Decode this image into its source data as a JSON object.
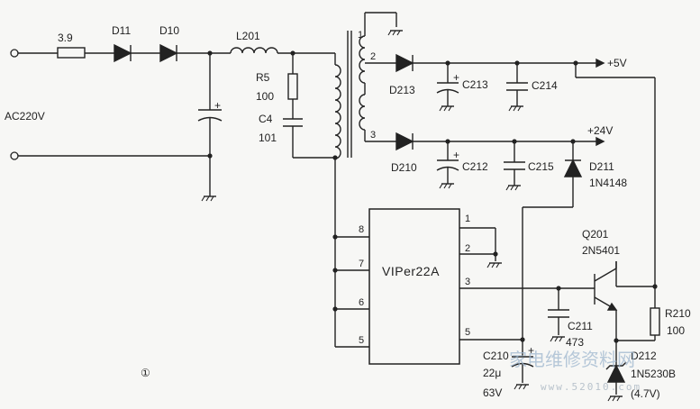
{
  "labels": {
    "r_in": "3.9",
    "d11": "D11",
    "d10": "D10",
    "l201": "L201",
    "r5": "R5",
    "r5_val": "100",
    "c4": "C4",
    "c4_val": "101",
    "ac": "AC220V",
    "t1": "1",
    "t2": "2",
    "t3": "3",
    "d213": "D213",
    "c213": "C213",
    "c214": "C214",
    "plus5": "+5V",
    "plus24": "+24V",
    "d210": "D210",
    "c212": "C212",
    "c215": "C215",
    "d211": "D211",
    "d211_val": "1N4148",
    "ic": "VIPer22A",
    "p8": "8",
    "p7": "7",
    "p6": "6",
    "p5l": "5",
    "p1": "1",
    "p2": "2",
    "p3": "3",
    "p5r": "5",
    "q201": "Q201",
    "q201_val": "2N5401",
    "c211": "C211",
    "c211_val": "473",
    "c210": "C210",
    "c210_val": "22μ",
    "c210_v": "63V",
    "r210": "R210",
    "r210_val": "100",
    "d212": "D212",
    "d212_val": "1N5230B",
    "d212_v": "(4.7V)",
    "fig": "①",
    "wm_cn": "家电维修资料网",
    "wm_url": "www.52010.com"
  }
}
